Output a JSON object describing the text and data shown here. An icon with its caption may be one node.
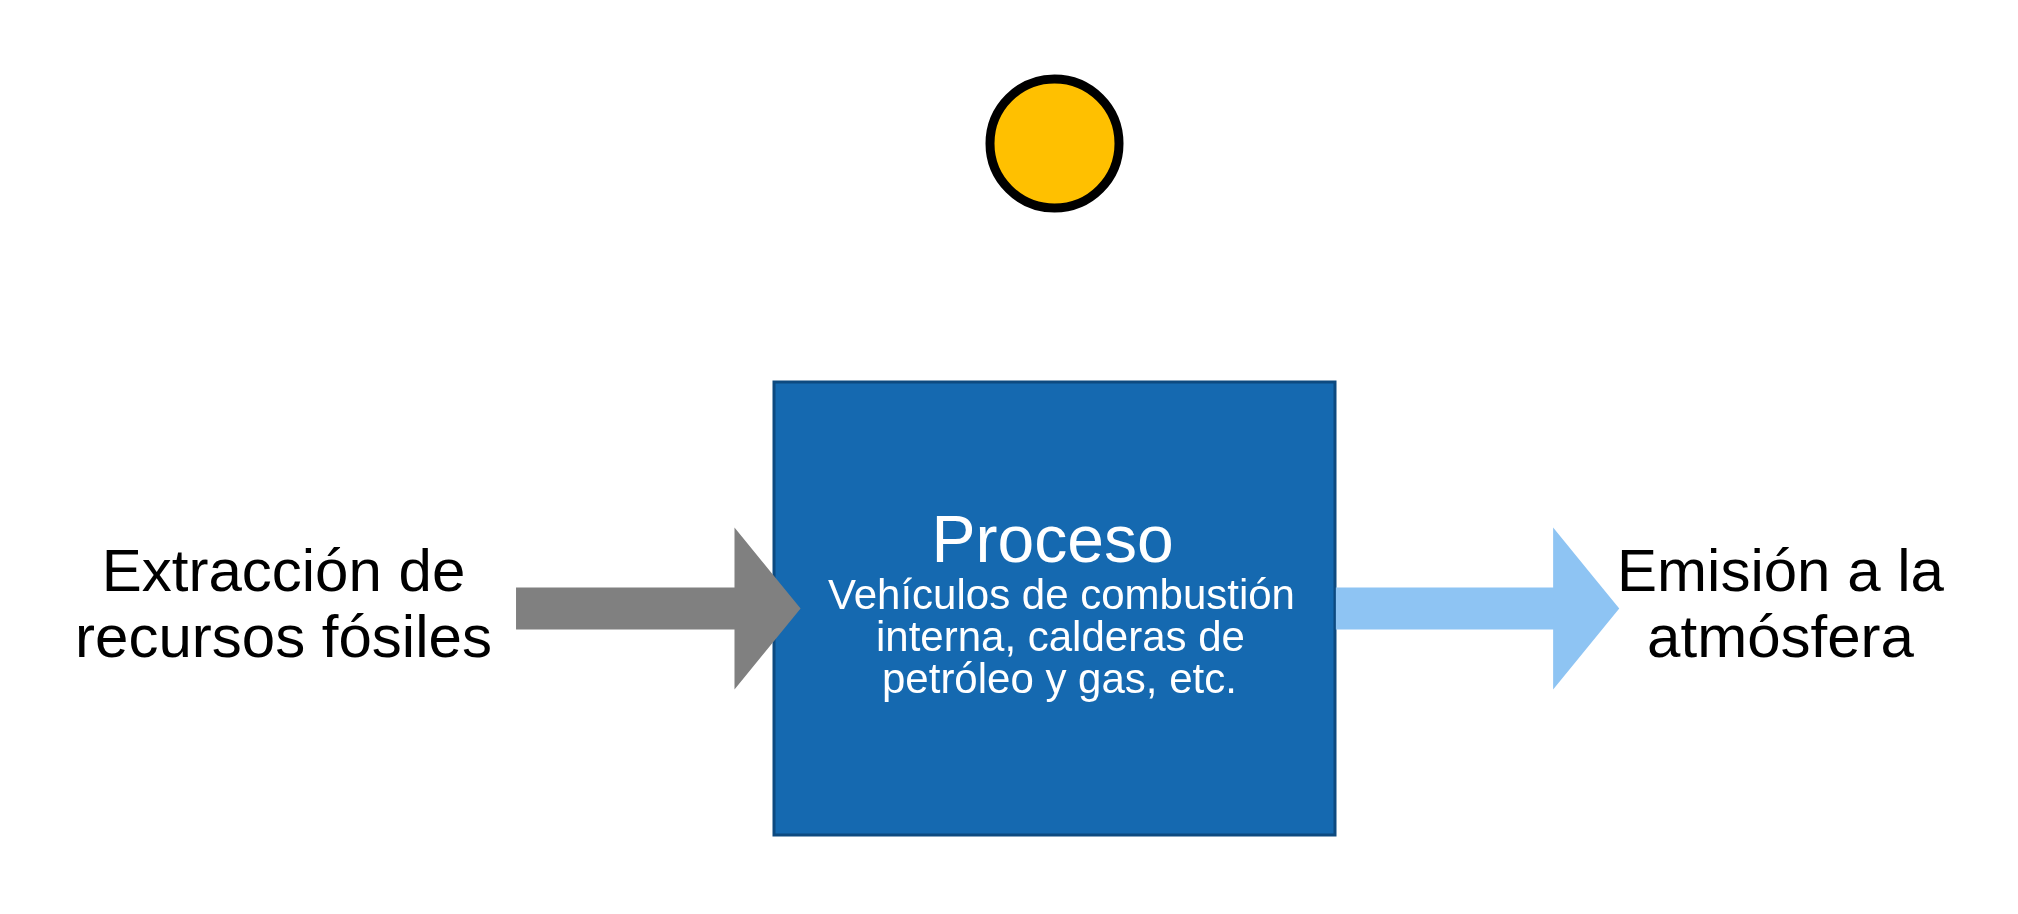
{
  "diagram": {
    "nodes": [
      {
        "text": [
          "Extracción de recursos fósiles"
        ]
      },
      {
        "text": [
          "Proceso",
          "Vehículos de combustión interna, calderas de petróleo y gas, etc."
        ]
      },
      {
        "text": [
          "Emisión a la atmósfera"
        ]
      },
      {
        "text": [],
        "shape": "circle"
      }
    ],
    "edges": [
      {
        "from": 0,
        "to": 1,
        "arrow": "to",
        "color": "#808080"
      },
      {
        "from": 1,
        "to": 2,
        "arrow": "to",
        "color": "#8ec4f3"
      }
    ]
  }
}
